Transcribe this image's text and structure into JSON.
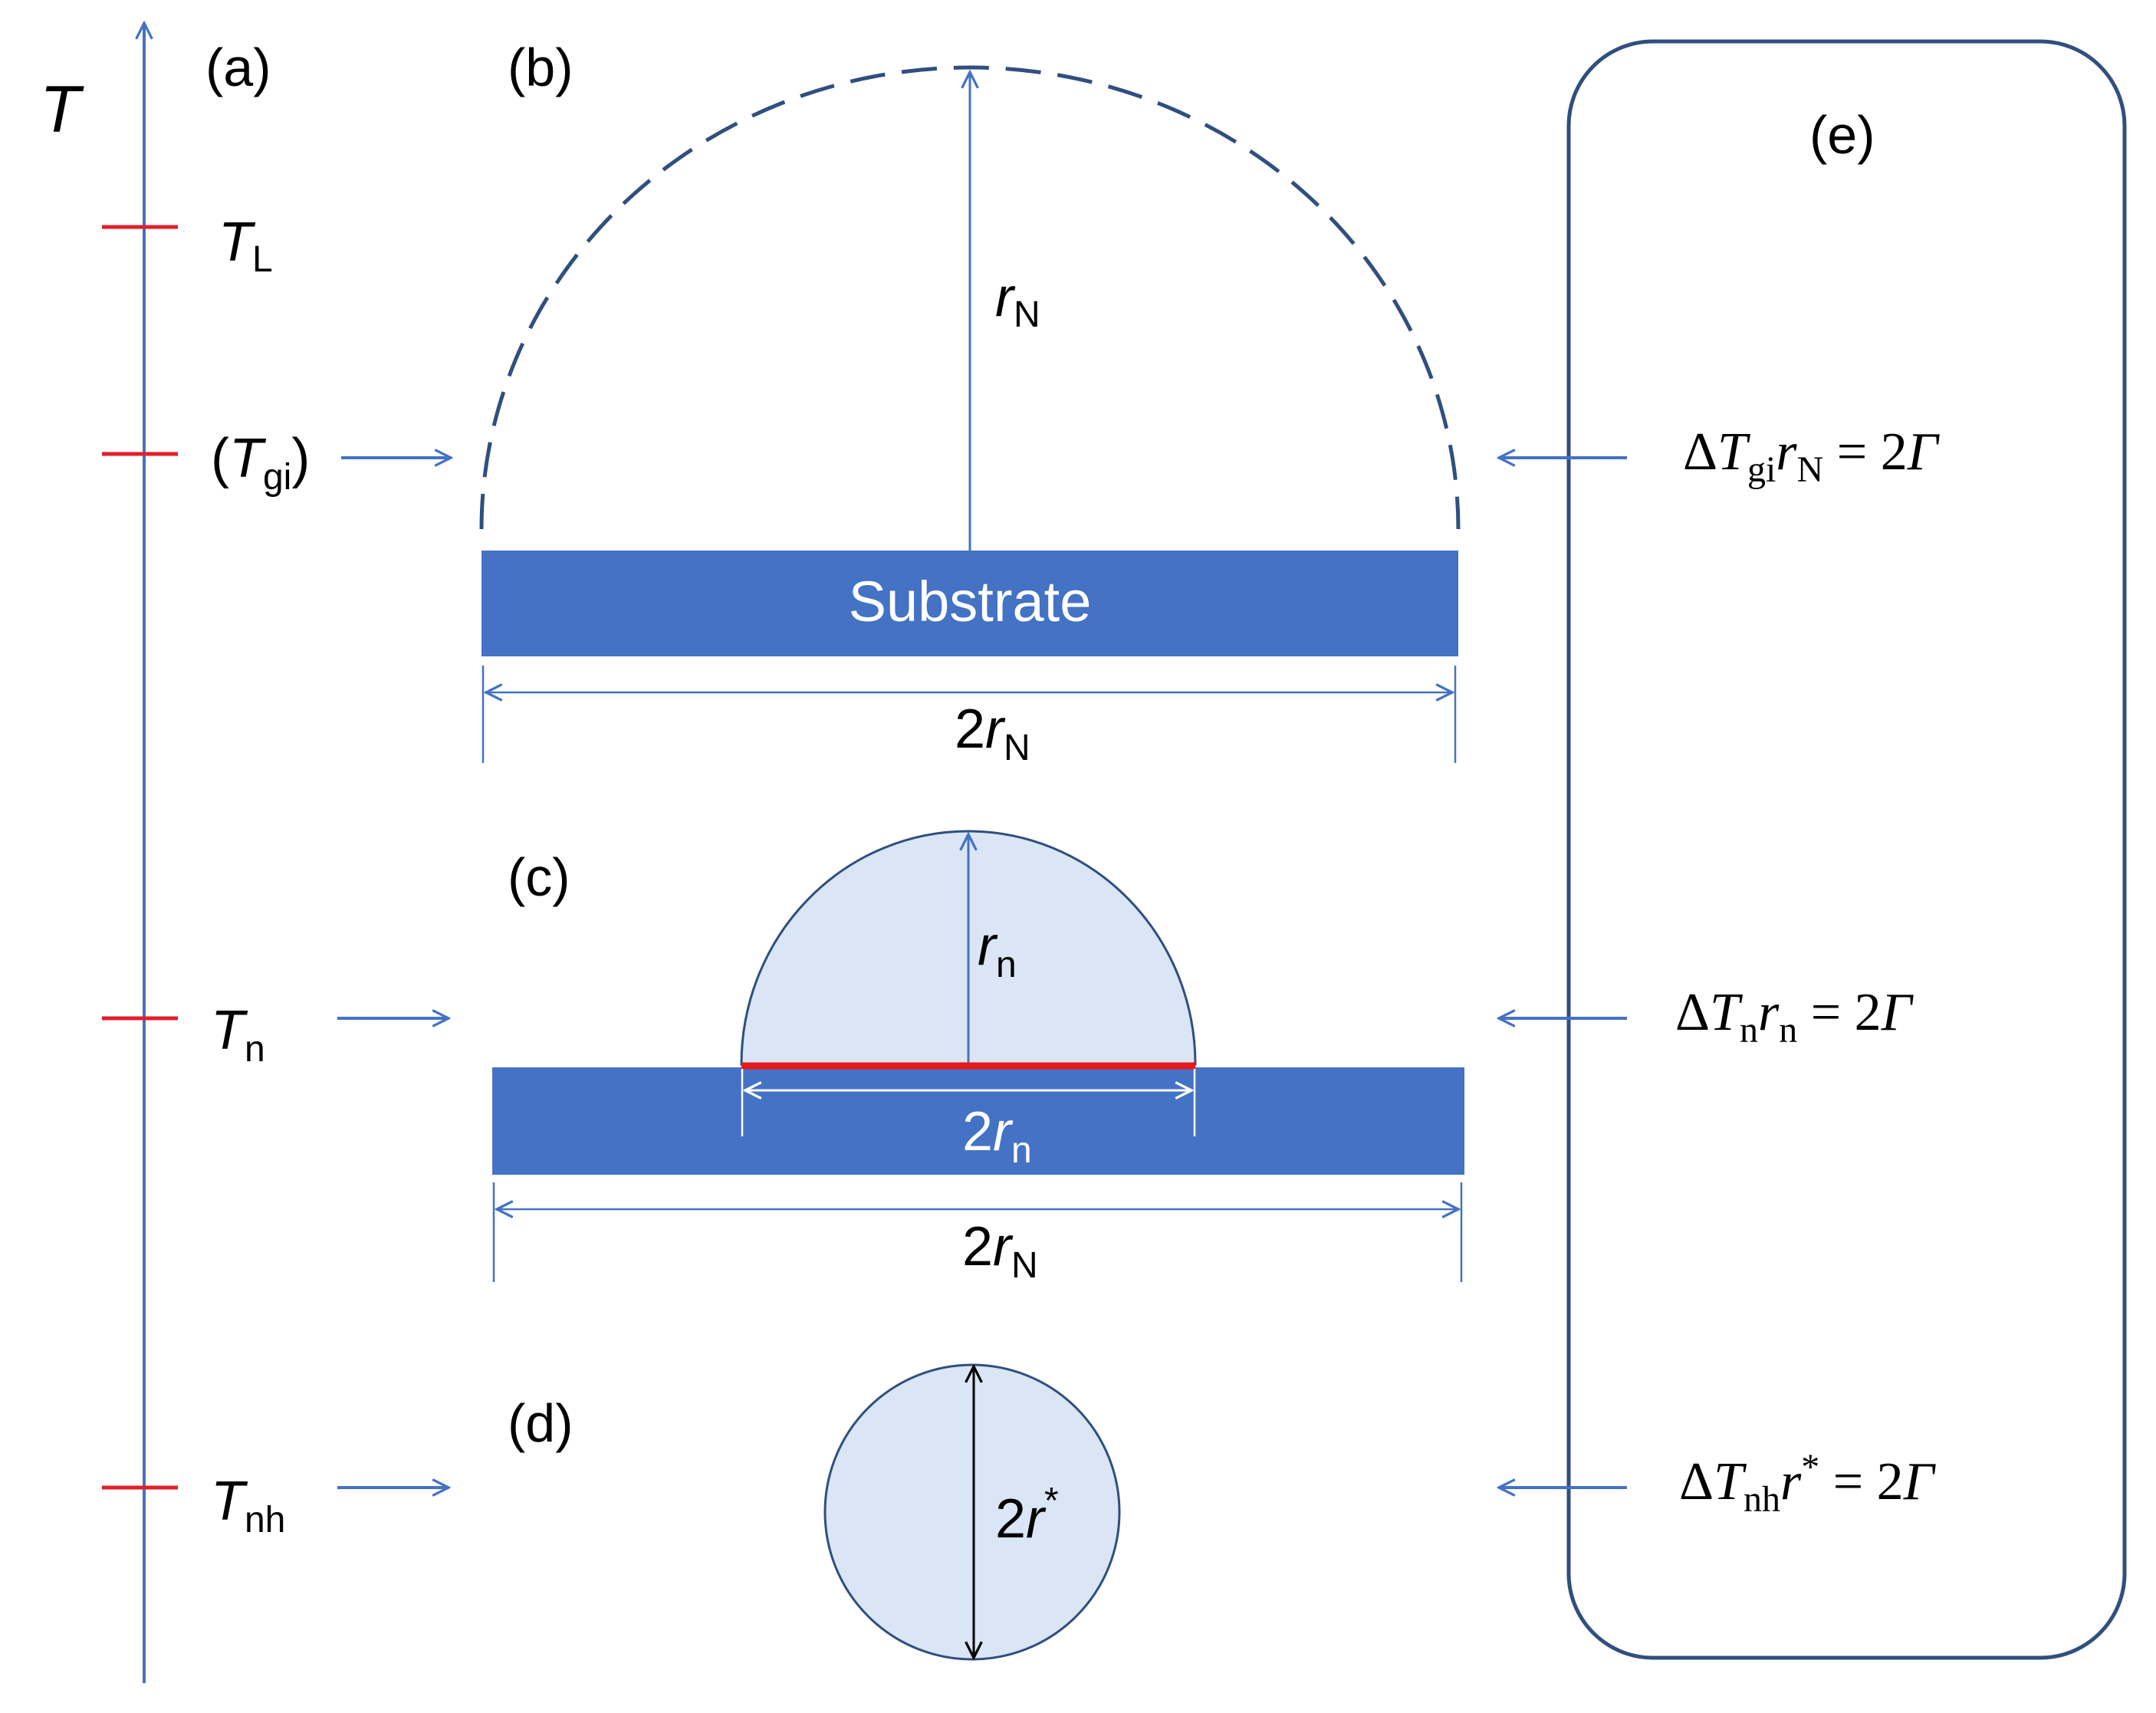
{
  "colors": {
    "axis_blue": "#4472C4",
    "tick_red": "#E0202A",
    "substrate_blue": "#4472C4",
    "nucleus_fill": "#DAE6F5",
    "outline_dark": "#2F4F7F",
    "contact_red": "#E41A1C",
    "text": "#000000",
    "white_text": "#FFFFFF"
  },
  "axis": {
    "label": "T"
  },
  "panels": {
    "a": "(a)",
    "b": "(b)",
    "c": "(c)",
    "d": "(d)",
    "e": "(e)"
  },
  "temperatures": {
    "TL": {
      "symbol": "T",
      "sub": "L"
    },
    "Tgi": {
      "open": "(",
      "symbol": "T",
      "sub": "gi",
      "close": ")"
    },
    "Tn": {
      "symbol": "T",
      "sub": "n"
    },
    "Tnh": {
      "symbol": "T",
      "sub": "nh"
    }
  },
  "panel_b": {
    "substrate_label": "Substrate",
    "radius": {
      "symbol": "r",
      "sub": "N"
    },
    "width": {
      "coef": "2",
      "symbol": "r",
      "sub": "N"
    }
  },
  "panel_c": {
    "radius": {
      "symbol": "r",
      "sub": "n"
    },
    "contact_width": {
      "coef": "2",
      "symbol": "r",
      "sub": "n"
    },
    "width": {
      "coef": "2",
      "symbol": "r",
      "sub": "N"
    }
  },
  "panel_d": {
    "diameter": {
      "coef": "2",
      "symbol": "r",
      "sup": "*"
    }
  },
  "equations": {
    "gi": {
      "delta": "Δ",
      "T": "T",
      "tsub": "gi",
      "r": "r",
      "rsub": "N",
      "rhs": " = 2",
      "gamma": "Γ"
    },
    "n": {
      "delta": "Δ",
      "T": "T",
      "tsub": "n",
      "r": "r",
      "rsub": "n",
      "rhs": " = 2",
      "gamma": "Γ"
    },
    "nh": {
      "delta": "Δ",
      "T": "T",
      "tsub": "nh",
      "r": "r",
      "rsup": "*",
      "rhs": " = 2",
      "gamma": "Γ"
    }
  }
}
